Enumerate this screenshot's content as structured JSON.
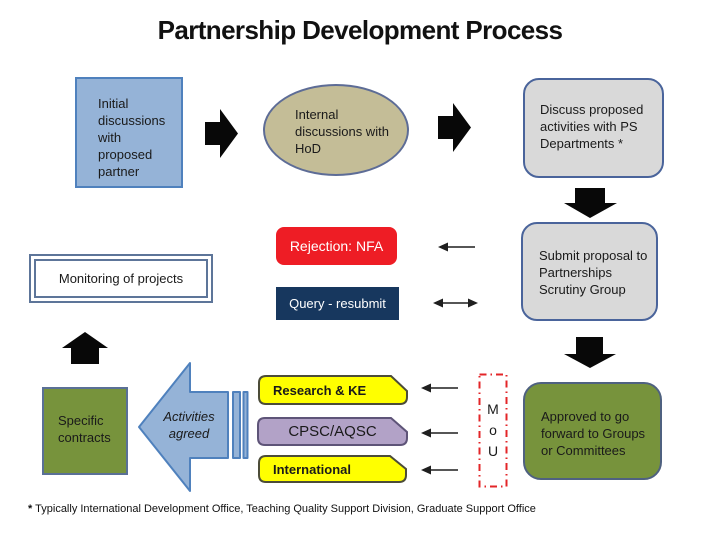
{
  "slide": {
    "title": "Partnership Development Process",
    "footnote_marker": "*",
    "footnote_text": "Typically International Development Office, Teaching Quality Support Division, Graduate Support Office"
  },
  "nodes": {
    "initial_discussions": "Initial discussions with proposed partner",
    "internal_discussions": "Internal discussions with HoD",
    "discuss_proposed": "Discuss proposed activities with PS Departments *",
    "submit_proposal": "Submit proposal to Partnerships Scrutiny Group",
    "rejection": "Rejection: NFA",
    "query": "Query - resubmit",
    "approved": "Approved to go forward to Groups or Committees",
    "mou": {
      "letters": [
        "M",
        "o",
        "U"
      ]
    },
    "research": "Research & KE",
    "cpsc": "CPSC/AQSC",
    "international": "International",
    "activities_agreed": "Activities agreed",
    "specific_contracts": "Specific contracts",
    "monitoring": "Monitoring of projects"
  },
  "colors": {
    "text": "#1A1A1A",
    "blue-fill": "#95B3D7",
    "blue-stroke": "#4F81BD",
    "tan-fill": "#C4BD97",
    "tan-stroke": "#5D6C96",
    "gray-fill": "#D9D9D9",
    "gray-stroke": "#4A649B",
    "red-fill": "#EE1D25",
    "navy-fill": "#17375E",
    "green-fill": "#77933C",
    "green-stroke": "#4F6180",
    "contracts-stroke": "#5A7096",
    "yellow-fill": "#FFFF00",
    "yellow-stroke": "#4C4C38",
    "purple-fill": "#B2A2C7",
    "purple-stroke": "#5E5478",
    "mou-stroke": "#E32528",
    "monitoring-stroke": "#5D7599",
    "arrow-black": "#080808",
    "thin-arrow": "#1F1F1F"
  }
}
